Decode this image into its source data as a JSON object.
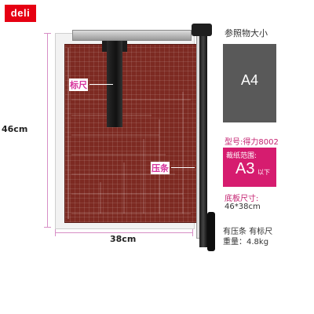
{
  "brand": {
    "logo_text": "deli",
    "logo_color": "#e60012"
  },
  "labels": {
    "ruler_tag": "标尺",
    "clamp_tag": "压条",
    "height_dim": "46cm",
    "width_dim": "38cm"
  },
  "spec_panel": {
    "reference_title": "参照物大小",
    "reference_size": "A4",
    "model": "型号:得力8002",
    "cut_range_label": "裁纸范围:",
    "cut_range_value": "A3",
    "cut_range_suffix": "以下",
    "board_size_label": "底板尺寸:",
    "board_size_value": "46*38cm",
    "features": "有压条 有标尺",
    "weight": "重量：4.8kg"
  },
  "colors": {
    "board": "#7d2a22",
    "accent_pink": "#d61c6f",
    "dimension_line": "#d78ec6",
    "a4_box": "#595959"
  }
}
